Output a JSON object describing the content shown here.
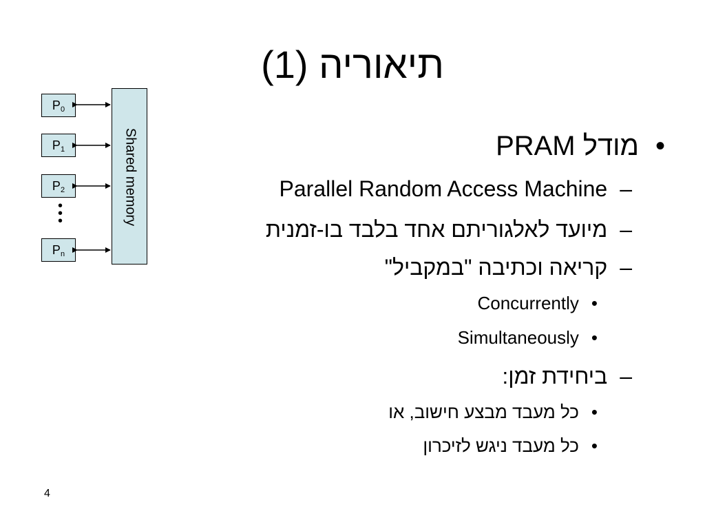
{
  "slide": {
    "title": "תיאוריה (1)",
    "page_number": "4"
  },
  "diagram": {
    "processors": [
      {
        "base": "P",
        "sub": "0"
      },
      {
        "base": "P",
        "sub": "1"
      },
      {
        "base": "P",
        "sub": "2"
      },
      {
        "base": "P",
        "sub": "n"
      }
    ],
    "ellipsis": "• • •",
    "shared_memory_label": "Shared memory",
    "box_color": "#cfe6ea"
  },
  "bullets": {
    "l1_mark": "•",
    "dash": "–",
    "dot": "•",
    "model": "מודל PRAM",
    "expansion": "Parallel Random Access Machine",
    "synchronous": "מיועד לאלגוריתם אחד בלבד בו-זמנית",
    "readwrite": "קריאה וכתיבה \"במקביל\"",
    "concurrently": "Concurrently",
    "simultaneously": "Simultaneously",
    "per_time_unit": "ביחידת זמן:",
    "compute": "כל מעבד מבצע חישוב, או",
    "memory_access": "כל מעבד ניגש לזיכרון"
  }
}
